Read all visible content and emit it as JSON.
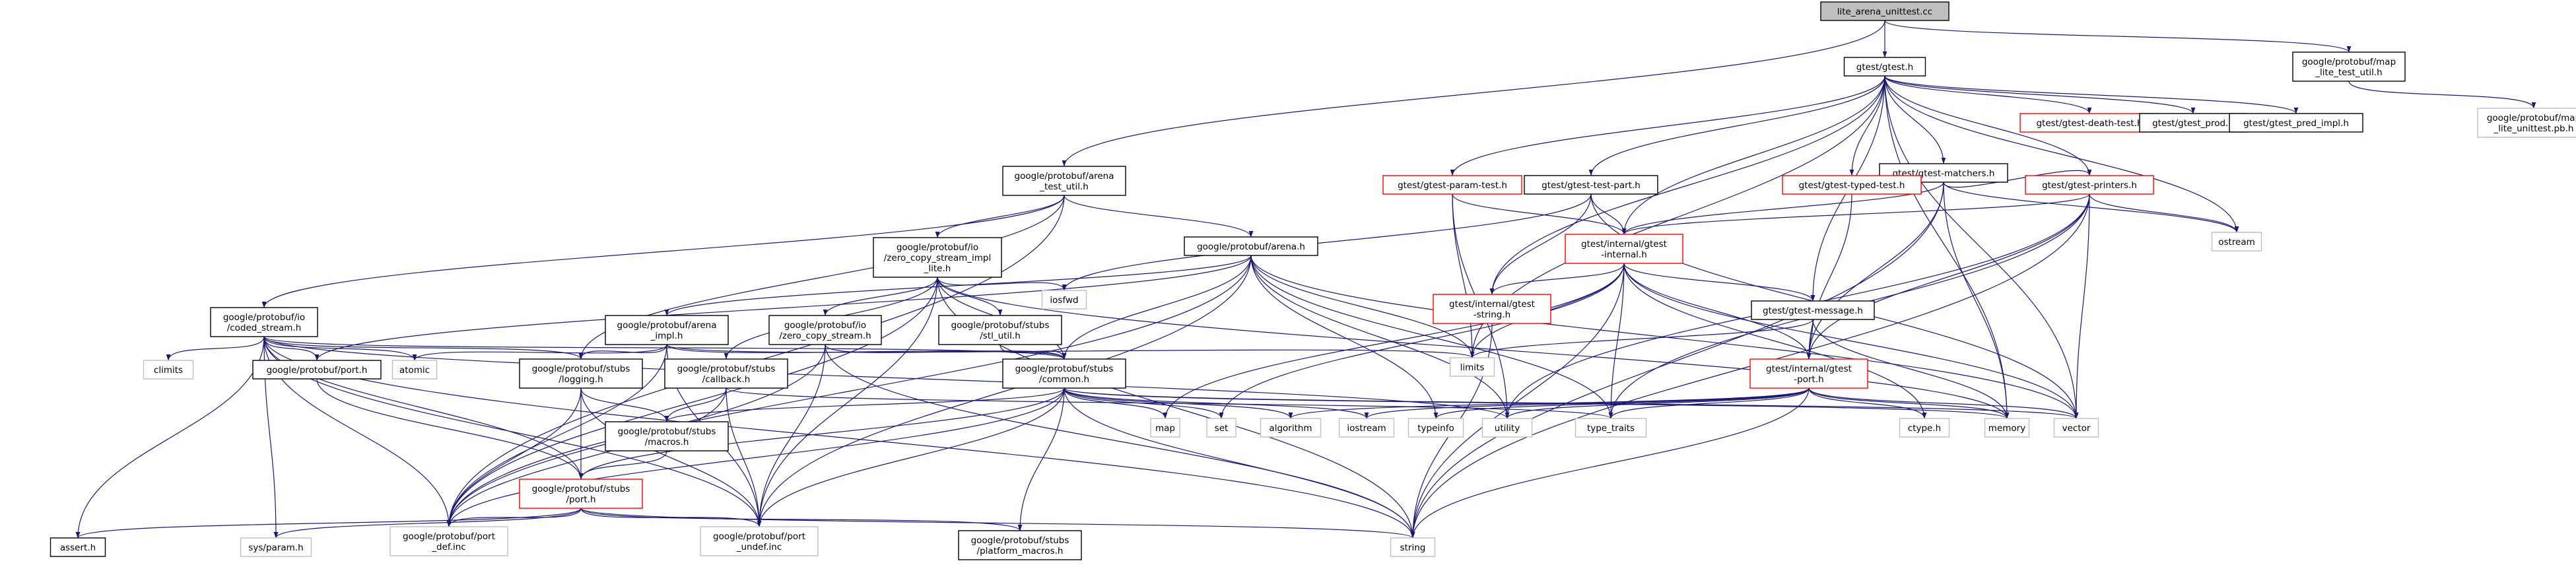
{
  "colors": {
    "edge": "#191970",
    "normal_border": "#000000",
    "system_border": "#bfbfbf",
    "truncated_border": "#ff0000",
    "root_fill": "#bfbfbf",
    "text": "#000000"
  },
  "graph": {
    "nodes": [
      {
        "id": "root",
        "lines": [
          "lite_arena_unittest.cc"
        ],
        "style": "root"
      },
      {
        "id": "gtest",
        "lines": [
          "gtest/gtest.h"
        ],
        "style": "normal"
      },
      {
        "id": "maputil",
        "lines": [
          "google/protobuf/map",
          "_lite_test_util.h"
        ],
        "style": "normal"
      },
      {
        "id": "mappb",
        "lines": [
          "google/protobuf/map",
          "_lite_unittest.pb.h"
        ],
        "style": "system"
      },
      {
        "id": "arenatest",
        "lines": [
          "google/protobuf/arena",
          "_test_util.h"
        ],
        "style": "normal"
      },
      {
        "id": "death",
        "lines": [
          "gtest/gtest-death-test.h"
        ],
        "style": "truncated"
      },
      {
        "id": "prod",
        "lines": [
          "gtest/gtest_prod.h"
        ],
        "style": "normal"
      },
      {
        "id": "predimpl",
        "lines": [
          "gtest/gtest_pred_impl.h"
        ],
        "style": "normal"
      },
      {
        "id": "matchers",
        "lines": [
          "gtest/gtest-matchers.h"
        ],
        "style": "normal"
      },
      {
        "id": "printers",
        "lines": [
          "gtest/gtest-printers.h"
        ],
        "style": "truncated"
      },
      {
        "id": "typed",
        "lines": [
          "gtest/gtest-typed-test.h"
        ],
        "style": "truncated"
      },
      {
        "id": "testpart",
        "lines": [
          "gtest/gtest-test-part.h"
        ],
        "style": "normal"
      },
      {
        "id": "param",
        "lines": [
          "gtest/gtest-param-test.h"
        ],
        "style": "truncated"
      },
      {
        "id": "internal",
        "lines": [
          "gtest/internal/gtest",
          "-internal.h"
        ],
        "style": "truncated"
      },
      {
        "id": "ostream",
        "lines": [
          "ostream"
        ],
        "style": "system"
      },
      {
        "id": "message",
        "lines": [
          "gtest/gtest-message.h"
        ],
        "style": "normal"
      },
      {
        "id": "gstring",
        "lines": [
          "gtest/internal/gtest",
          "-string.h"
        ],
        "style": "truncated"
      },
      {
        "id": "gport",
        "lines": [
          "gtest/internal/gtest",
          "-port.h"
        ],
        "style": "truncated"
      },
      {
        "id": "zcsimpl",
        "lines": [
          "google/protobuf/io",
          "/zero_copy_stream_impl",
          "_lite.h"
        ],
        "style": "normal"
      },
      {
        "id": "arena",
        "lines": [
          "google/protobuf/arena.h"
        ],
        "style": "normal"
      },
      {
        "id": "coded",
        "lines": [
          "google/protobuf/io",
          "/coded_stream.h"
        ],
        "style": "normal"
      },
      {
        "id": "arenaimpl",
        "lines": [
          "google/protobuf/arena",
          "_impl.h"
        ],
        "style": "normal"
      },
      {
        "id": "zcs",
        "lines": [
          "google/protobuf/io",
          "/zero_copy_stream.h"
        ],
        "style": "normal"
      },
      {
        "id": "stlutil",
        "lines": [
          "google/protobuf/stubs",
          "/stl_util.h"
        ],
        "style": "normal"
      },
      {
        "id": "iosfwd",
        "lines": [
          "iosfwd"
        ],
        "style": "system"
      },
      {
        "id": "climits",
        "lines": [
          "climits"
        ],
        "style": "system"
      },
      {
        "id": "port",
        "lines": [
          "google/protobuf/port.h"
        ],
        "style": "normal"
      },
      {
        "id": "atomic",
        "lines": [
          "atomic"
        ],
        "style": "system"
      },
      {
        "id": "logging",
        "lines": [
          "google/protobuf/stubs",
          "/logging.h"
        ],
        "style": "normal"
      },
      {
        "id": "callback",
        "lines": [
          "google/protobuf/stubs",
          "/callback.h"
        ],
        "style": "normal"
      },
      {
        "id": "common",
        "lines": [
          "google/protobuf/stubs",
          "/common.h"
        ],
        "style": "normal"
      },
      {
        "id": "limits",
        "lines": [
          "limits"
        ],
        "style": "system"
      },
      {
        "id": "macros",
        "lines": [
          "google/protobuf/stubs",
          "/macros.h"
        ],
        "style": "normal"
      },
      {
        "id": "map",
        "lines": [
          "map"
        ],
        "style": "system"
      },
      {
        "id": "set",
        "lines": [
          "set"
        ],
        "style": "system"
      },
      {
        "id": "algorithm",
        "lines": [
          "algorithm"
        ],
        "style": "system"
      },
      {
        "id": "iostream",
        "lines": [
          "iostream"
        ],
        "style": "system"
      },
      {
        "id": "typeinfo",
        "lines": [
          "typeinfo"
        ],
        "style": "system"
      },
      {
        "id": "utility",
        "lines": [
          "utility"
        ],
        "style": "system"
      },
      {
        "id": "typetraits",
        "lines": [
          "type_traits"
        ],
        "style": "system"
      },
      {
        "id": "ctype",
        "lines": [
          "ctype.h"
        ],
        "style": "system"
      },
      {
        "id": "memory",
        "lines": [
          "memory"
        ],
        "style": "system"
      },
      {
        "id": "vector",
        "lines": [
          "vector"
        ],
        "style": "system"
      },
      {
        "id": "stubsport",
        "lines": [
          "google/protobuf/stubs",
          "/port.h"
        ],
        "style": "truncated"
      },
      {
        "id": "asserth",
        "lines": [
          "assert.h"
        ],
        "style": "normal"
      },
      {
        "id": "sysparam",
        "lines": [
          "sys/param.h"
        ],
        "style": "system"
      },
      {
        "id": "portdef",
        "lines": [
          "google/protobuf/port",
          "_def.inc"
        ],
        "style": "system"
      },
      {
        "id": "portundef",
        "lines": [
          "google/protobuf/port",
          "_undef.inc"
        ],
        "style": "system"
      },
      {
        "id": "platform",
        "lines": [
          "google/protobuf/stubs",
          "/platform_macros.h"
        ],
        "style": "normal"
      },
      {
        "id": "string",
        "lines": [
          "string"
        ],
        "style": "system"
      }
    ],
    "edges": [
      [
        "root",
        "gtest"
      ],
      [
        "root",
        "maputil"
      ],
      [
        "root",
        "arenatest"
      ],
      [
        "maputil",
        "mappb"
      ],
      [
        "gtest",
        "death"
      ],
      [
        "gtest",
        "prod"
      ],
      [
        "gtest",
        "predimpl"
      ],
      [
        "gtest",
        "matchers"
      ],
      [
        "gtest",
        "printers"
      ],
      [
        "gtest",
        "typed"
      ],
      [
        "gtest",
        "testpart"
      ],
      [
        "gtest",
        "param"
      ],
      [
        "gtest",
        "internal"
      ],
      [
        "gtest",
        "ostream"
      ],
      [
        "gtest",
        "message"
      ],
      [
        "gtest",
        "gstring"
      ],
      [
        "gtest",
        "limits"
      ],
      [
        "gtest",
        "memory"
      ],
      [
        "gtest",
        "vector"
      ],
      [
        "matchers",
        "printers"
      ],
      [
        "matchers",
        "internal"
      ],
      [
        "matchers",
        "gport"
      ],
      [
        "matchers",
        "ostream"
      ],
      [
        "matchers",
        "memory"
      ],
      [
        "matchers",
        "string"
      ],
      [
        "printers",
        "internal"
      ],
      [
        "printers",
        "gport"
      ],
      [
        "printers",
        "ostream"
      ],
      [
        "printers",
        "utility"
      ],
      [
        "printers",
        "typetraits"
      ],
      [
        "printers",
        "vector"
      ],
      [
        "printers",
        "string"
      ],
      [
        "typed",
        "gport"
      ],
      [
        "testpart",
        "internal"
      ],
      [
        "testpart",
        "gstring"
      ],
      [
        "testpart",
        "iosfwd"
      ],
      [
        "testpart",
        "vector"
      ],
      [
        "param",
        "internal"
      ],
      [
        "param",
        "utility"
      ],
      [
        "param",
        "limits"
      ],
      [
        "internal",
        "message"
      ],
      [
        "internal",
        "gstring"
      ],
      [
        "internal",
        "gport"
      ],
      [
        "internal",
        "ctype"
      ],
      [
        "internal",
        "limits"
      ],
      [
        "internal",
        "map"
      ],
      [
        "internal",
        "set"
      ],
      [
        "internal",
        "string"
      ],
      [
        "internal",
        "vector"
      ],
      [
        "internal",
        "typetraits"
      ],
      [
        "message",
        "gport"
      ],
      [
        "message",
        "limits"
      ],
      [
        "message",
        "memory"
      ],
      [
        "gstring",
        "string"
      ],
      [
        "gport",
        "ctype"
      ],
      [
        "gport",
        "iostream"
      ],
      [
        "gport",
        "memory"
      ],
      [
        "gport",
        "string"
      ],
      [
        "gport",
        "typeinfo"
      ],
      [
        "gport",
        "utility"
      ],
      [
        "gport",
        "vector"
      ],
      [
        "gport",
        "typetraits"
      ],
      [
        "gport",
        "algorithm"
      ],
      [
        "arenatest",
        "coded"
      ],
      [
        "arenatest",
        "zcsimpl"
      ],
      [
        "arenatest",
        "arena"
      ],
      [
        "arenatest",
        "logging"
      ],
      [
        "arenatest",
        "portdef"
      ],
      [
        "zcsimpl",
        "iosfwd"
      ],
      [
        "zcsimpl",
        "zcs"
      ],
      [
        "zcsimpl",
        "stlutil"
      ],
      [
        "zcsimpl",
        "callback"
      ],
      [
        "zcsimpl",
        "common"
      ],
      [
        "zcsimpl",
        "string"
      ],
      [
        "zcsimpl",
        "memory"
      ],
      [
        "zcsimpl",
        "portdef"
      ],
      [
        "zcsimpl",
        "portundef"
      ],
      [
        "arena",
        "arenaimpl"
      ],
      [
        "arena",
        "common"
      ],
      [
        "arena",
        "limits"
      ],
      [
        "arena",
        "typeinfo"
      ],
      [
        "arena",
        "utility"
      ],
      [
        "arena",
        "typetraits"
      ],
      [
        "arena",
        "port"
      ],
      [
        "arena",
        "portdef"
      ],
      [
        "arena",
        "portundef"
      ],
      [
        "arena",
        "vector"
      ],
      [
        "arenaimpl",
        "atomic"
      ],
      [
        "arenaimpl",
        "limits"
      ],
      [
        "arenaimpl",
        "common"
      ],
      [
        "arenaimpl",
        "logging"
      ],
      [
        "arenaimpl",
        "portdef"
      ],
      [
        "arenaimpl",
        "portundef"
      ],
      [
        "zcs",
        "common"
      ],
      [
        "zcs",
        "string"
      ],
      [
        "zcs",
        "portdef"
      ],
      [
        "zcs",
        "portundef"
      ],
      [
        "stlutil",
        "common"
      ],
      [
        "coded",
        "assert"
      ],
      [
        "coded",
        "asserth"
      ],
      [
        "coded",
        "atomic"
      ],
      [
        "coded",
        "climits"
      ],
      [
        "coded",
        "string"
      ],
      [
        "coded",
        "utility"
      ],
      [
        "coded",
        "common"
      ],
      [
        "coded",
        "logging"
      ],
      [
        "coded",
        "port"
      ],
      [
        "coded",
        "stubsport"
      ],
      [
        "coded",
        "portdef"
      ],
      [
        "coded",
        "portundef"
      ],
      [
        "coded",
        "sysparam"
      ],
      [
        "port",
        "stubsport"
      ],
      [
        "logging",
        "macros"
      ],
      [
        "logging",
        "stubsport"
      ],
      [
        "logging",
        "portdef"
      ],
      [
        "logging",
        "portundef"
      ],
      [
        "callback",
        "macros"
      ],
      [
        "callback",
        "typetraits"
      ],
      [
        "callback",
        "portdef"
      ],
      [
        "callback",
        "portundef"
      ],
      [
        "common",
        "algorithm"
      ],
      [
        "common",
        "iostream"
      ],
      [
        "common",
        "map"
      ],
      [
        "common",
        "memory"
      ],
      [
        "common",
        "set"
      ],
      [
        "common",
        "string"
      ],
      [
        "common",
        "vector"
      ],
      [
        "common",
        "macros"
      ],
      [
        "common",
        "platform"
      ],
      [
        "common",
        "stubsport"
      ],
      [
        "common",
        "portdef"
      ],
      [
        "common",
        "portundef"
      ],
      [
        "macros",
        "stubsport"
      ],
      [
        "stubsport",
        "asserth"
      ],
      [
        "stubsport",
        "string"
      ],
      [
        "stubsport",
        "platform"
      ],
      [
        "stubsport",
        "sysparam"
      ],
      [
        "stubsport",
        "portdef"
      ],
      [
        "stubsport",
        "portundef"
      ]
    ]
  }
}
